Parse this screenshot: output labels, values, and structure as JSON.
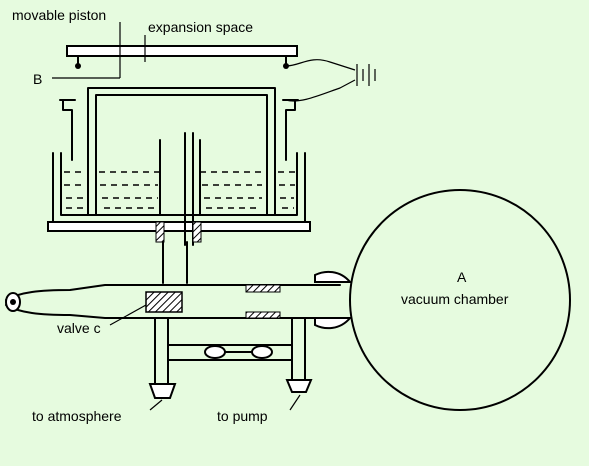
{
  "labels": {
    "movable_piston": "movable piston",
    "expansion_space": "expansion space",
    "b": "B",
    "a": "A",
    "vacuum_chamber": "vacuum chamber",
    "valve_c": "valve c",
    "to_atmosphere": "to atmosphere",
    "to_pump": "to pump"
  },
  "colors": {
    "background": "#e6fbdf",
    "line": "#000000",
    "liquid": "#e6fbdf"
  }
}
